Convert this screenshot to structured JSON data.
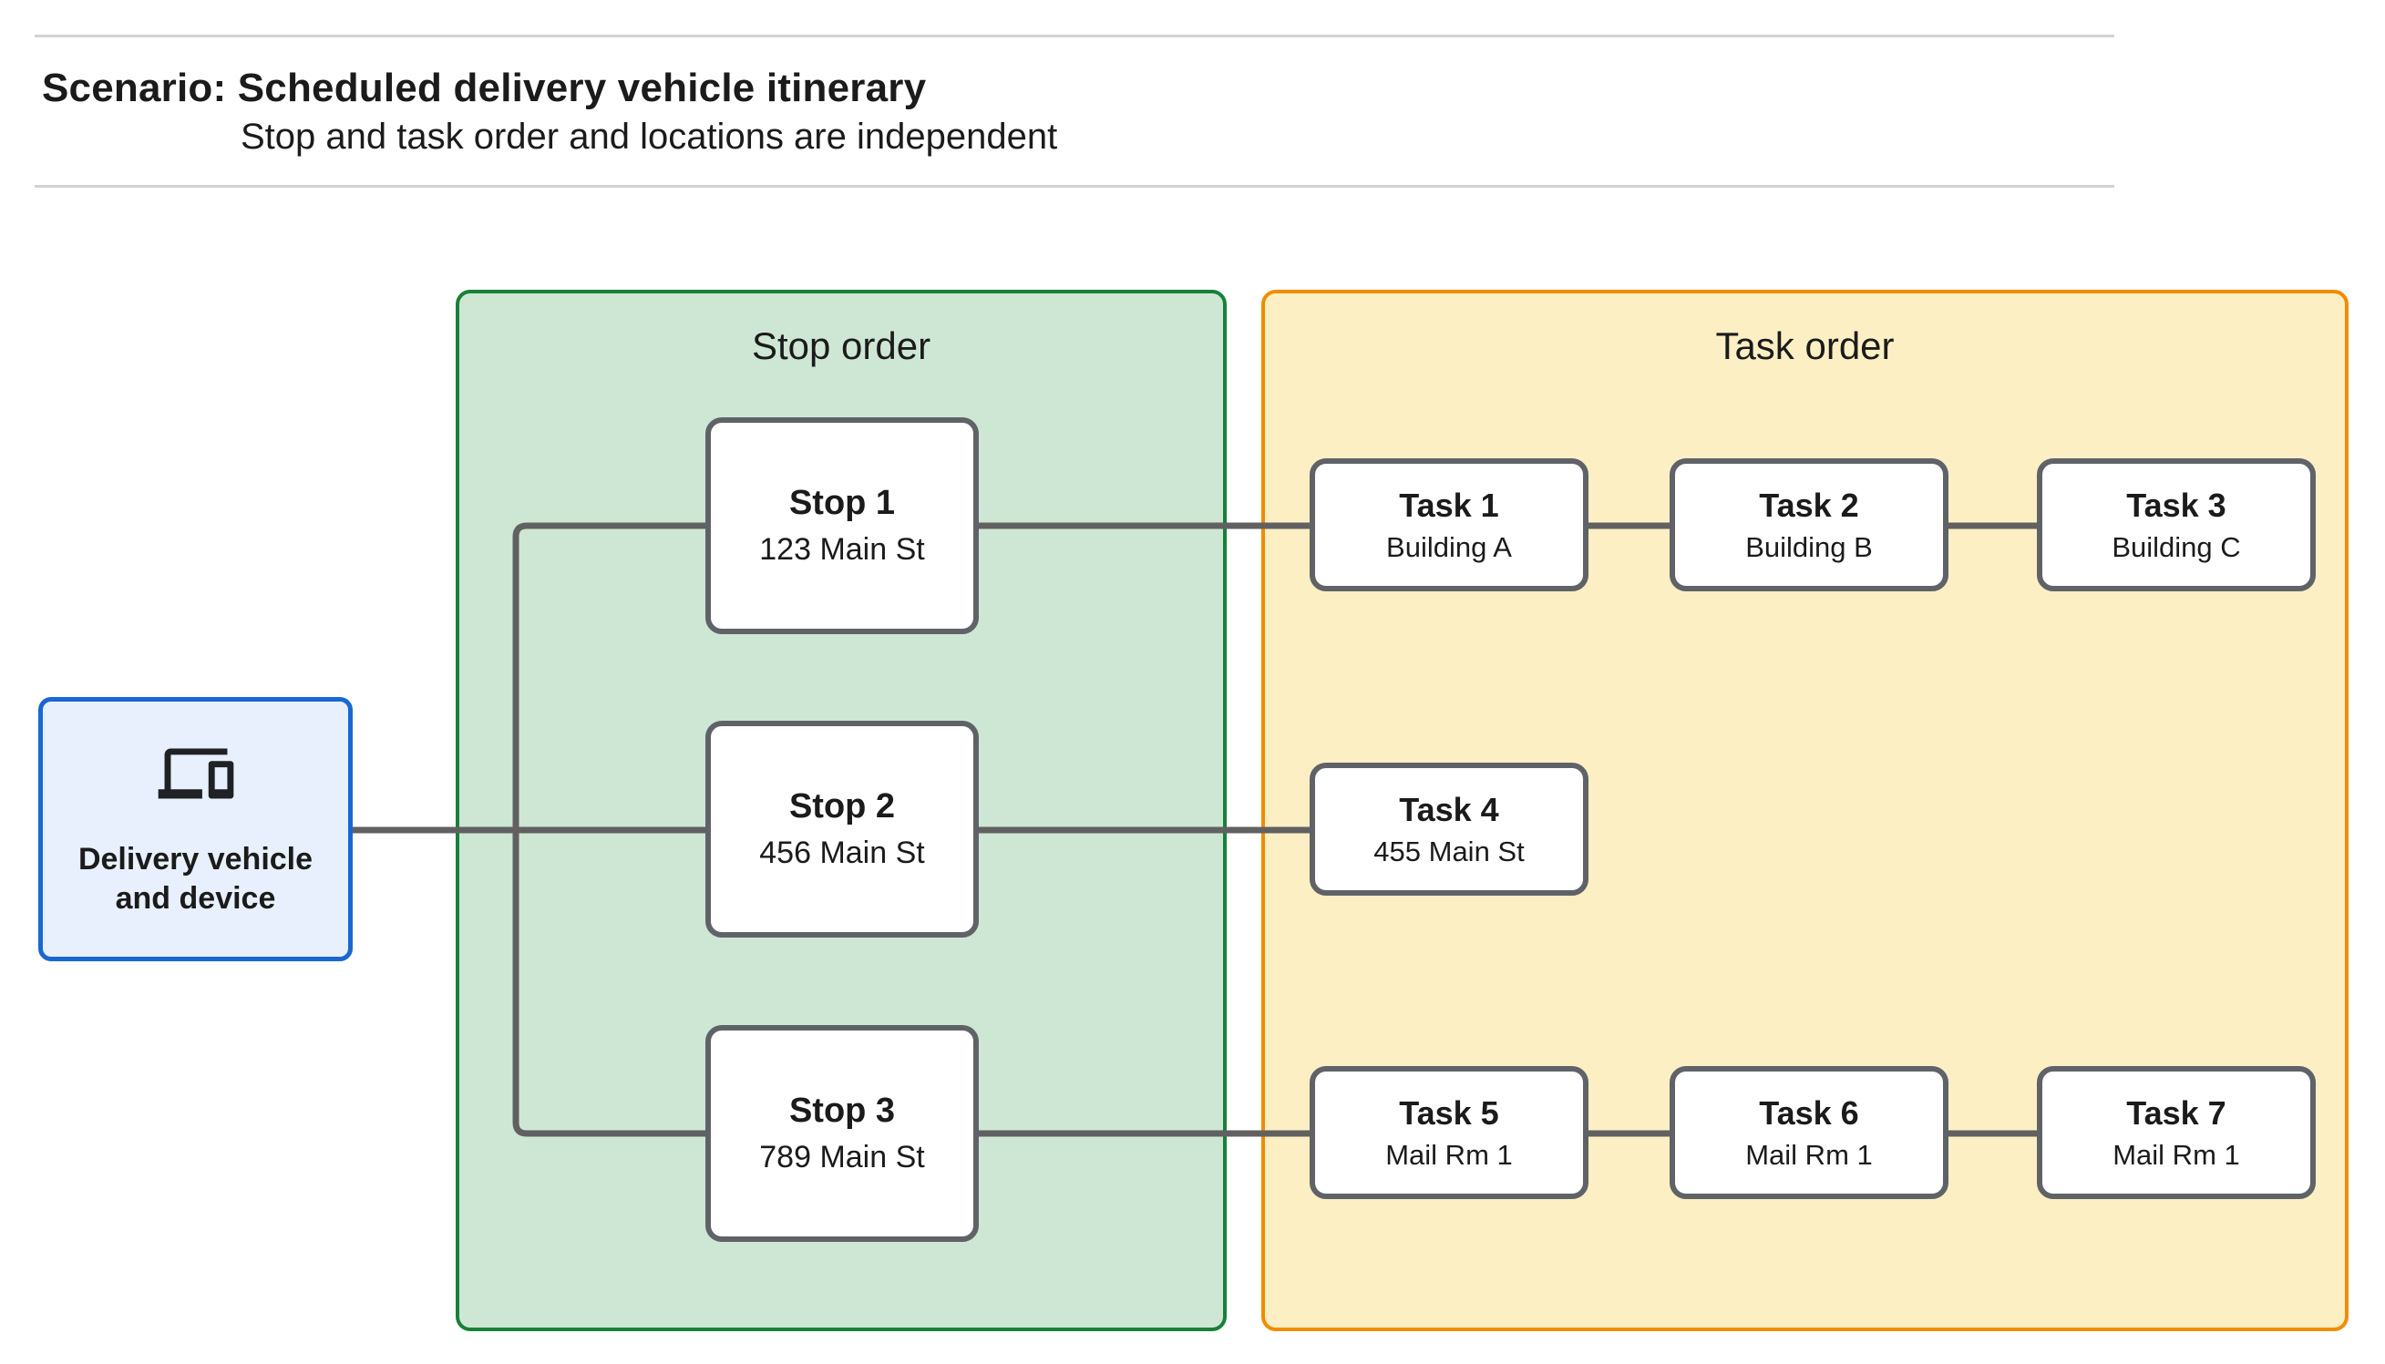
{
  "header": {
    "title": "Scenario: Scheduled delivery vehicle itinerary",
    "subtitle": "Stop and task order and locations are independent"
  },
  "vehicle": {
    "label": "Delivery vehicle and device",
    "icon": "devices-icon"
  },
  "groups": {
    "stop_order": {
      "label": "Stop order"
    },
    "task_order": {
      "label": "Task order"
    }
  },
  "stops": [
    {
      "title": "Stop 1",
      "subtitle": "123 Main St"
    },
    {
      "title": "Stop 2",
      "subtitle": "456 Main St"
    },
    {
      "title": "Stop 3",
      "subtitle": "789 Main St"
    }
  ],
  "tasks": [
    {
      "title": "Task 1",
      "subtitle": "Building A"
    },
    {
      "title": "Task 2",
      "subtitle": "Building B"
    },
    {
      "title": "Task 3",
      "subtitle": "Building C"
    },
    {
      "title": "Task 4",
      "subtitle": "455 Main St"
    },
    {
      "title": "Task 5",
      "subtitle": "Mail Rm 1"
    },
    {
      "title": "Task 6",
      "subtitle": "Mail Rm 1"
    },
    {
      "title": "Task 7",
      "subtitle": "Mail Rm 1"
    }
  ],
  "colors": {
    "stop_group_fill": "#CEE7D5",
    "stop_group_border": "#188038",
    "task_group_fill": "#FDEFC4",
    "task_group_border": "#F18D00",
    "vehicle_fill": "#E8F0FE",
    "vehicle_border": "#1967D2",
    "node_border": "#5F6368",
    "connector": "#616161",
    "divider": "#D2D2D2",
    "text": "#1B1B1B"
  }
}
